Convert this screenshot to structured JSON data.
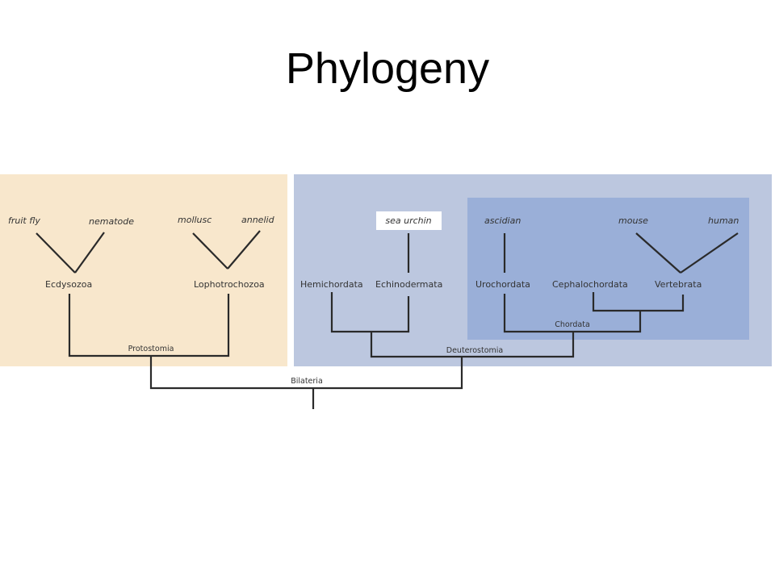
{
  "title": "Phylogeny",
  "colors": {
    "protostomia_bg": "#f8e7cc",
    "deuterostomia_bg": "#bcc7df",
    "chordata_bg": "#9aafd8",
    "highlight_box": "#ffffff",
    "branch": "#2a2a2a"
  },
  "species": {
    "fruit_fly": "fruit fly",
    "nematode": "nematode",
    "mollusc": "mollusc",
    "annelid": "annelid",
    "sea_urchin": "sea urchin",
    "ascidian": "ascidian",
    "mouse": "mouse",
    "human": "human"
  },
  "clades": {
    "ecdysozoa": "Ecdysozoa",
    "lophotrochozoa": "Lophotrochozoa",
    "hemichordata": "Hemichordata",
    "echinodermata": "Echinodermata",
    "urochordata": "Urochordata",
    "cephalochordata": "Cephalochordata",
    "vertebrata": "Vertebrata"
  },
  "nodes": {
    "chordata": "Chordata",
    "protostomia": "Protostomia",
    "deuterostomia": "Deuterostomia",
    "bilateria": "Bilateria"
  }
}
